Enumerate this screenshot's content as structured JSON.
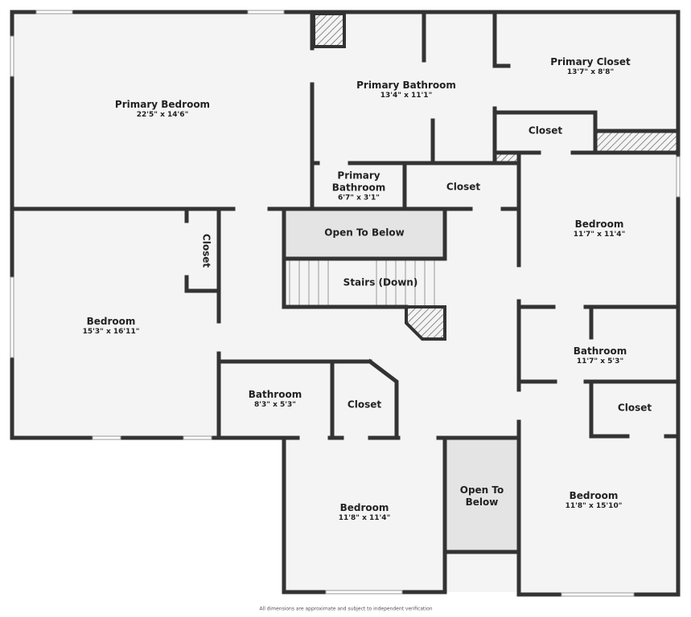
{
  "colors": {
    "wall": "#333333",
    "floor": "#f4f4f4",
    "open": "#e4e4e4"
  },
  "rooms": {
    "primary_bedroom": {
      "name": "Primary Bedroom",
      "dims": "22'5\" x 14'6\""
    },
    "primary_bathroom": {
      "name": "Primary Bathroom",
      "dims": "13'4\" x 11'1\""
    },
    "primary_closet": {
      "name": "Primary Closet",
      "dims": "13'7\" x 8'8\""
    },
    "closet_upper": {
      "name": "Closet"
    },
    "primary_bathroom_small": {
      "name": "Primary Bathroom",
      "dims": "6'7\" x 3'1\""
    },
    "closet_mid": {
      "name": "Closet"
    },
    "bedroom_right_upper": {
      "name": "Bedroom",
      "dims": "11'7\" x 11'4\""
    },
    "open_to_below_1": {
      "name": "Open To Below"
    },
    "stairs": {
      "name": "Stairs (Down)"
    },
    "closet_left": {
      "name": "Closet"
    },
    "bedroom_left": {
      "name": "Bedroom",
      "dims": "15'3\" x 16'11\""
    },
    "bathroom_right": {
      "name": "Bathroom",
      "dims": "11'7\" x 5'3\""
    },
    "bathroom_center": {
      "name": "Bathroom",
      "dims": "8'3\" x 5'3\""
    },
    "closet_center": {
      "name": "Closet"
    },
    "closet_right": {
      "name": "Closet"
    },
    "bedroom_bottom": {
      "name": "Bedroom",
      "dims": "11'8\" x 11'4\""
    },
    "open_to_below_2": {
      "name": "Open To Below"
    },
    "bedroom_right_lower": {
      "name": "Bedroom",
      "dims": "11'8\" x 15'10\""
    }
  },
  "disclaimer": "All dimensions are approximate and subject to independent verification"
}
